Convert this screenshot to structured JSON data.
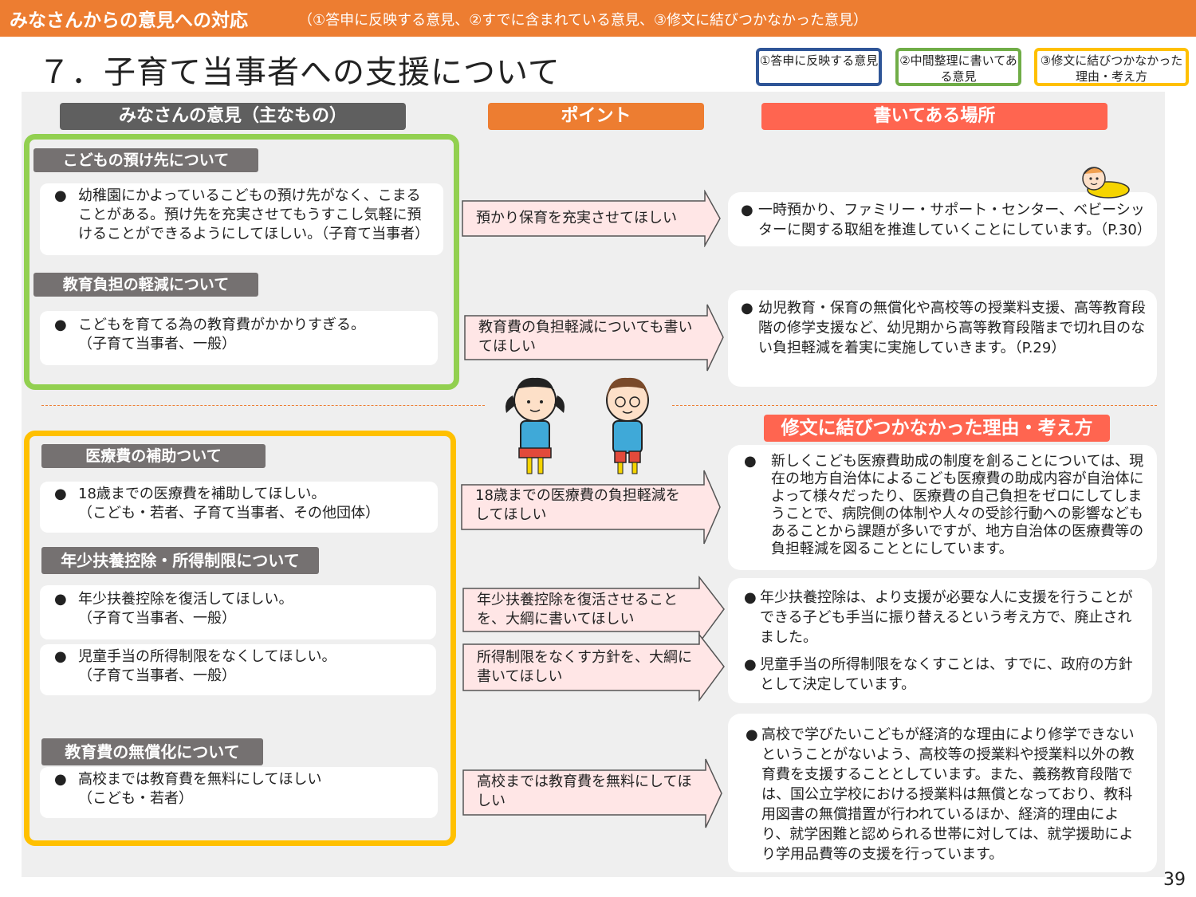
{
  "header": {
    "title": "みなさんからの意見への対応",
    "subtitle": "（①答申に反映する意見、②すでに含まれている意見、③修文に結びつかなかった意見）"
  },
  "page_title": "７．子育て当事者への支援について",
  "legend": [
    {
      "label": "①答申に反映する意見",
      "color": "#2f5597"
    },
    {
      "label": "②中間整理に書いてある意見",
      "color": "#70ad47"
    },
    {
      "label": "③修文に結びつかなかった理由・考え方",
      "color": "#ffc000"
    }
  ],
  "columns": {
    "opinions": "みなさんの意見（主なもの）",
    "point": "ポイント",
    "location": "書いてある場所",
    "reason": "修文に結びつかなかった理由・考え方"
  },
  "bullet": "●",
  "sections": [
    {
      "category": "こどもの預け先について",
      "opinions": [
        "幼稚園にかよっているこどもの預け先がなく、こまることがある。預け先を充実させてもうすこし気軽に預けることができるようにしてほしい。（子育て当事者）"
      ],
      "point": "預かり保育を充実させてほしい",
      "response": [
        "一時預かり、ファミリー・サポート・センター、ベビーシッターに関する取組を推進していくことにしています。（P.30）"
      ]
    },
    {
      "category": "教育負担の軽減について",
      "opinions": [
        "こどもを育てる為の教育費がかかりすぎる。\n（子育て当事者、一般）"
      ],
      "point": "教育費の負担軽減についても書いてほしい",
      "response": [
        "幼児教育・保育の無償化や高校等の授業料支援、高等教育段階の修学支援など、幼児期から高等教育段階まで切れ目のない負担軽減を着実に実施していきます。（P.29）"
      ]
    },
    {
      "category": "医療費の補助ついて",
      "opinions": [
        "18歳までの医療費を補助してほしい。\n（こども・若者、子育て当事者、その他団体）"
      ],
      "point": "18歳までの医療費の負担軽減をしてほしい",
      "response": [
        "新しくこども医療費助成の制度を創ることについては、現在の地方自治体によるこども医療費の助成内容が自治体によって様々だったり、医療費の自己負担をゼロにしてしまうことで、病院側の体制や人々の受診行動への影響などもあることから課題が多いですが、地方自治体の医療費等の負担軽減を図ることとにしています。"
      ]
    },
    {
      "category": "年少扶養控除・所得制限について",
      "opinions": [
        "年少扶養控除を復活してほしい。\n（子育て当事者、一般）",
        "児童手当の所得制限をなくしてほしい。\n（子育て当事者、一般）"
      ],
      "points": [
        "年少扶養控除を復活させることを、大綱に書いてほしい",
        "所得制限をなくす方針を、大綱に書いてほしい"
      ],
      "response": [
        "年少扶養控除は、より支援が必要な人に支援を行うことができる子ども手当に振り替えるという考え方で、廃止されました。",
        "児童手当の所得制限をなくすことは、すでに、政府の方針として決定しています。"
      ]
    },
    {
      "category": "教育費の無償化について",
      "opinions": [
        "高校までは教育費を無料にしてほしい\n（こども・若者）"
      ],
      "point": "高校までは教育費を無料にしてほしい",
      "response": [
        "高校で学びたいこどもが経済的な理由により修学できないということがないよう、高校等の授業料や授業料以外の教育費を支援することとしています。また、義務教育段階では、国公立学校における授業料は無償となっており、教科用図書の無償措置が行われているほか、経済的理由により、就学困難と認められる世帯に対しては、就学援助により学用品費等の支援を行っています。"
      ]
    }
  ],
  "page_number": "39"
}
